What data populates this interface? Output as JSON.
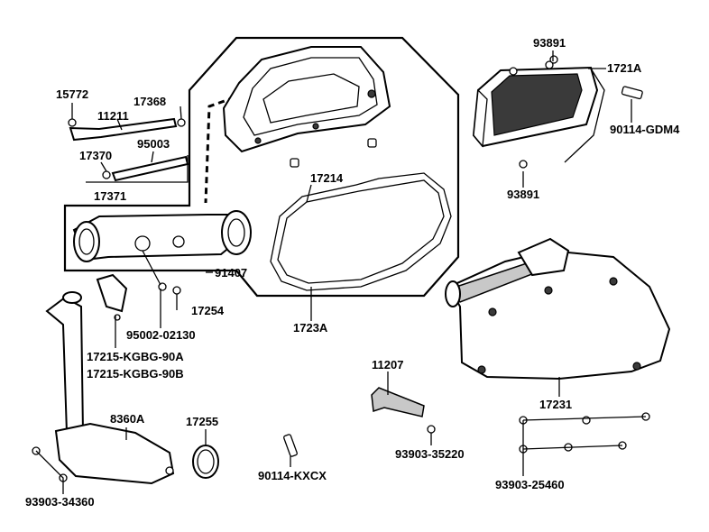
{
  "labels": {
    "p15772": "15772",
    "p17368": "17368",
    "p11211": "11211",
    "p95003": "95003",
    "p17370": "17370",
    "p17371": "17371",
    "p17214": "17214",
    "p93891a": "93891",
    "p1721A": "1721A",
    "p90114gdm4": "90114-GDM4",
    "p93891b": "93891",
    "p91407": "91407",
    "p17254": "17254",
    "p95002": "95002-02130",
    "p1723A": "1723A",
    "p17215a": "17215-KGBG-90A",
    "p17215b": "17215-KGBG-90B",
    "p11207": "11207",
    "p17231": "17231",
    "p8360A": "8360A",
    "p17255": "17255",
    "p90114kxcx": "90114-KXCX",
    "p93903_35220": "93903-35220",
    "p93903_34360": "93903-34360",
    "p93903_25460": "93903-25460"
  }
}
